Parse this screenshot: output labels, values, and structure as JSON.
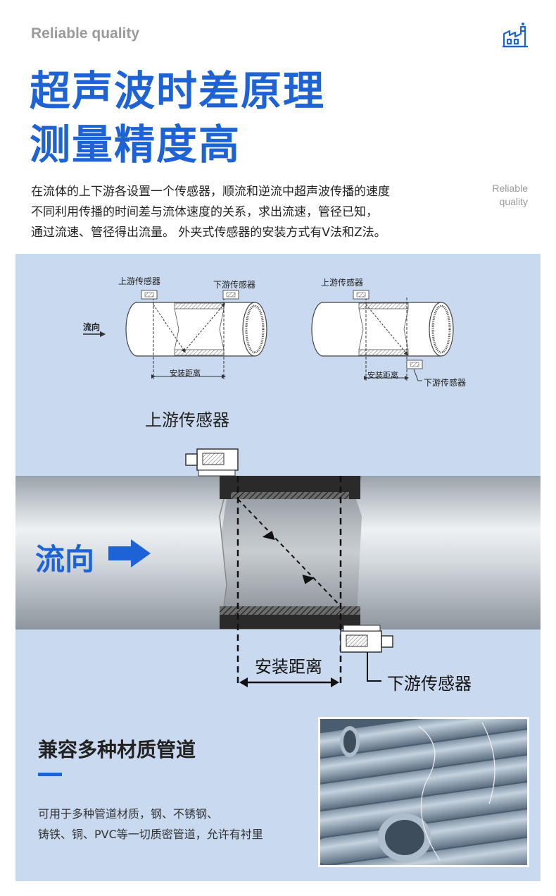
{
  "header": {
    "eyebrow": "Reliable quality",
    "title_line1": "超声波时差原理",
    "title_line2": "测量精度高",
    "side_label_line1": "Reliable",
    "side_label_line2": "quality",
    "icon": "factory-icon"
  },
  "description": [
    "在流体的上下游各设置一个传感器，顺流和逆流中超声波传播的速度",
    "不同利用传播的时间差与流体速度的关系，求出流速，管径已知，",
    "通过流速、管径得出流量。 外夹式传感器的安装方式有V法和Z法。"
  ],
  "diagram_small": {
    "v_upstream": "上游传感器",
    "v_downstream": "下游传感器",
    "v_flow": "流向",
    "v_distance": "安装距离",
    "z_upstream": "上游传感器",
    "z_distance": "安装距离",
    "z_downstream": "下游传感器"
  },
  "diagram_large": {
    "upstream": "上游传感器",
    "flow": "流向",
    "distance": "安装距离",
    "downstream": "下游传感器"
  },
  "compat": {
    "title": "兼容多种材质管道",
    "desc_line1": "可用于多种管道材质，钢、不锈钢、",
    "desc_line2": "铸铁、铜、PVC等一切质密管道，允许有衬里"
  },
  "colors": {
    "accent": "#1e63d6",
    "panel_bg": "#c9d9ef"
  }
}
